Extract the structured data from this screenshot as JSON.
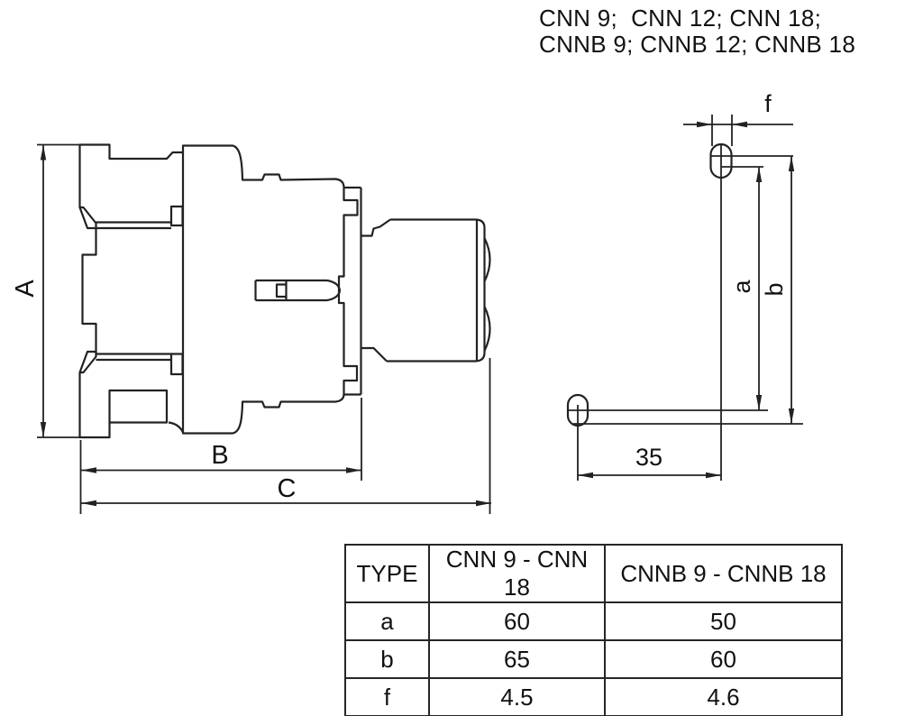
{
  "title": {
    "line1": "CNN 9;  CNN 12; CNN 18;",
    "line2": "CNNB 9; CNNB 12; CNNB 18"
  },
  "left_view": {
    "dim_height_label": "A",
    "dim_body_width_label": "B",
    "dim_total_width_label": "C"
  },
  "right_view": {
    "dim_hole_width_label": "f",
    "dim_spacing_a_label": "a",
    "dim_spacing_b_label": "b",
    "dim_horizontal_label": "35"
  },
  "table": {
    "headers": [
      "TYPE",
      "CNN 9 - CNN 18",
      "CNNB 9 - CNNB 18"
    ],
    "rows": [
      {
        "label": "a",
        "cnn": "60",
        "cnnb": "50"
      },
      {
        "label": "b",
        "cnn": "65",
        "cnnb": "60"
      },
      {
        "label": "f",
        "cnn": "4.5",
        "cnnb": "4.6"
      }
    ]
  },
  "colors": {
    "line": "#222222",
    "text": "#111111",
    "background": "#ffffff"
  }
}
